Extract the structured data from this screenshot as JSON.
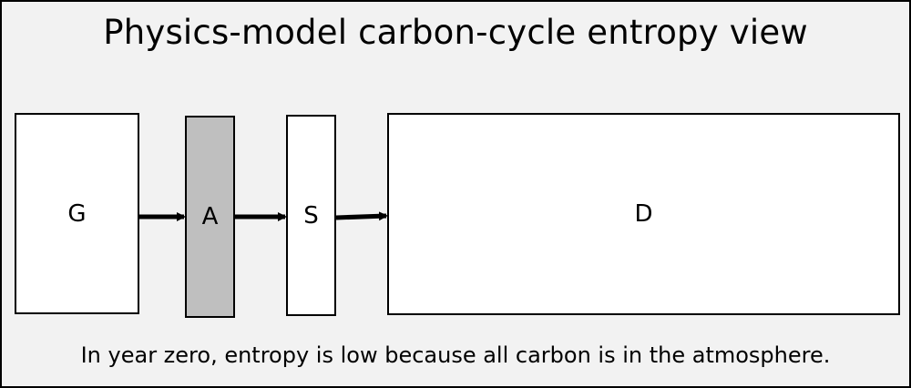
{
  "title": "Physics-model carbon-cycle entropy view",
  "boxes": {
    "g": {
      "label": "G",
      "fill": "#ffffff"
    },
    "a": {
      "label": "A",
      "fill": "#bfbfbf"
    },
    "s": {
      "label": "S",
      "fill": "#ffffff"
    },
    "d": {
      "label": "D",
      "fill": "#ffffff"
    }
  },
  "caption": "In year zero, entropy is low because all carbon is in the atmosphere.",
  "colors": {
    "background": "#f2f2f2",
    "border": "#000000",
    "arrow": "#000000"
  }
}
